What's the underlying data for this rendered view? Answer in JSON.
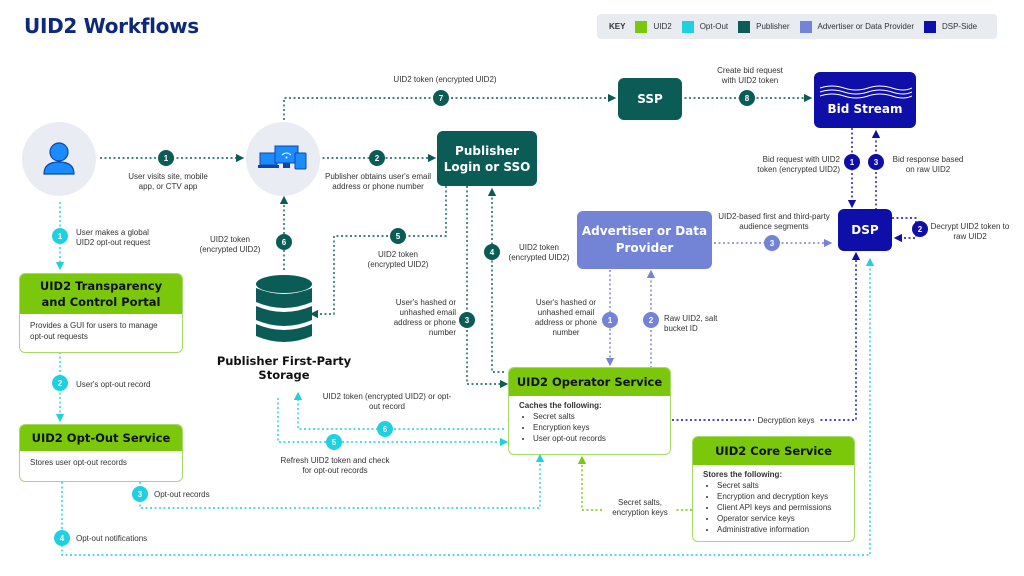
{
  "title": "UID2 Workflows",
  "key": {
    "label": "KEY",
    "items": [
      {
        "label": "UID2",
        "color": "#7ac70c"
      },
      {
        "label": "Opt-Out",
        "color": "#1fd1e0"
      },
      {
        "label": "Publisher",
        "color": "#0b5b57"
      },
      {
        "label": "Advertiser or Data Provider",
        "color": "#7383d6"
      },
      {
        "label": "DSP-Side",
        "color": "#0e0ea8"
      }
    ]
  },
  "nodes": {
    "user": {
      "icon": "user-icon"
    },
    "devices": {
      "icon": "devices-icon"
    },
    "publisher_login": {
      "label": "Publisher Login or SSO"
    },
    "ssp": {
      "label": "SSP"
    },
    "bid_stream": {
      "label": "Bid Stream"
    },
    "dsp": {
      "label": "DSP"
    },
    "advertiser": {
      "label": "Advertiser or Data Provider"
    },
    "storage": {
      "label": "Publisher First-Party Storage"
    },
    "portal": {
      "title": "UID2 Transparency and Control Portal",
      "body": "Provides a GUI for users to manage opt-out requests"
    },
    "optout": {
      "title": "UID2 Opt-Out Service",
      "body": "Stores user opt-out records"
    },
    "operator": {
      "title": "UID2 Operator Service",
      "subtitle": "Caches the following:",
      "items": [
        "Secret salts",
        "Encryption keys",
        "User opt-out records"
      ]
    },
    "core": {
      "title": "UID2 Core Service",
      "subtitle": "Stores the following:",
      "items": [
        "Secret salts",
        "Encryption and decryption keys",
        "Client API keys and permissions",
        "Operator service keys",
        "Administrative information"
      ]
    }
  },
  "steps": {
    "pub1": {
      "num": "1",
      "text": "User visits site, mobile app, or CTV app"
    },
    "pub2": {
      "num": "2",
      "text": "Publisher obtains user's email address or phone number"
    },
    "pub3": {
      "num": "3",
      "text": "User's hashed or unhashed email address or phone number"
    },
    "pub4": {
      "num": "4",
      "text": "UID2 token (encrypted UID2)"
    },
    "pub5": {
      "num": "5",
      "text": "UID2 token (encrypted UID2)"
    },
    "pub6": {
      "num": "6",
      "text": "UID2 token (encrypted UID2)"
    },
    "pub7": {
      "num": "7",
      "text": "UID2 token (encrypted UID2)"
    },
    "pub8": {
      "num": "8",
      "text": "Create bid request with UID2 token"
    },
    "dsp1": {
      "num": "1",
      "text": "Bid request with UID2 token (encrypted UID2)"
    },
    "dsp2": {
      "num": "2",
      "text": "Decrypt UID2 token to raw UID2"
    },
    "dsp3": {
      "num": "3",
      "text": "Bid response based on raw UID2"
    },
    "adv1": {
      "num": "1",
      "text": "User's hashed or unhashed email address or phone number"
    },
    "adv2": {
      "num": "2",
      "text": "Raw UID2, salt bucket ID"
    },
    "adv3": {
      "num": "3",
      "text": "UID2-based first and third-party audience segments"
    },
    "opt1": {
      "num": "1",
      "text": "User makes a global UID2 opt-out request"
    },
    "opt2": {
      "num": "2",
      "text": "User's opt-out record"
    },
    "opt3": {
      "num": "3",
      "text": "Opt-out records"
    },
    "opt4": {
      "num": "4",
      "text": "Opt-out notifications"
    },
    "opt5": {
      "num": "5",
      "text": "Refresh UID2 token and check for opt-out records"
    },
    "opt6": {
      "num": "6",
      "text": "UID2 token (encrypted UID2) or opt-out record"
    },
    "decryption_keys": {
      "text": "Decryption keys"
    },
    "secret_salts": {
      "text": "Secret salts, encryption keys"
    }
  }
}
